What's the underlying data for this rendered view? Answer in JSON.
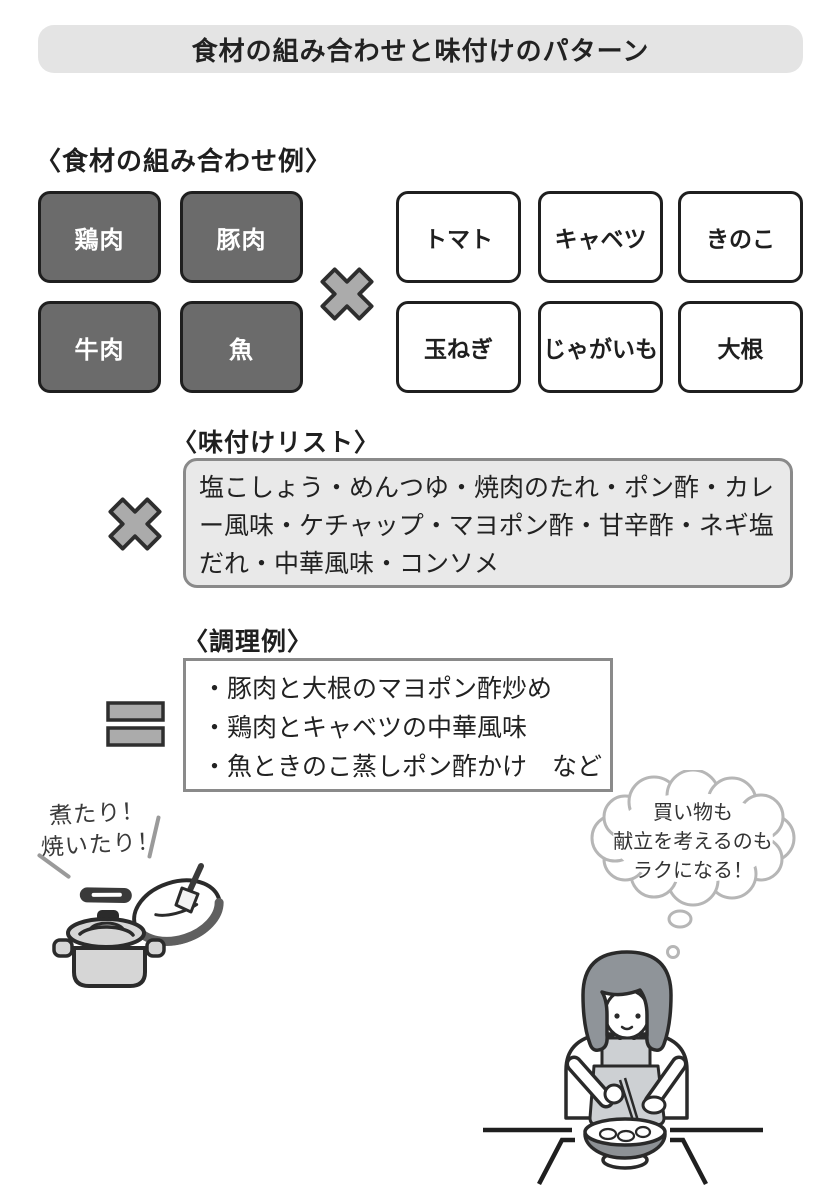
{
  "title": "食材の組み合わせと味付けのパターン",
  "ingredient_section": {
    "heading": "〈食材の組み合わせ例〉",
    "proteins": [
      "鶏肉",
      "豚肉",
      "牛肉",
      "魚"
    ],
    "vegetables": [
      "トマト",
      "キャベツ",
      "きのこ",
      "玉ねぎ",
      "じゃがいも",
      "大根"
    ]
  },
  "seasoning_section": {
    "heading": "〈味付けリスト〉",
    "list": "塩こしょう・めんつゆ・焼肉のたれ・ポン酢・カレー風味・ケチャップ・マヨポン酢・甘辛酢・ネギ塩だれ・中華風味・コンソメ"
  },
  "cooking_section": {
    "heading": "〈調理例〉",
    "examples": [
      "豚肉と大根のマヨポン酢炒め",
      "鶏肉とキャベツの中華風味",
      "魚ときのこ蒸しポン酢かけ　など"
    ]
  },
  "annotations": {
    "pots_note": [
      "煮たり！",
      "焼いたり！"
    ],
    "thought_bubble": [
      "買い物も",
      "献立を考えるのも",
      "ラクになる！"
    ]
  },
  "icons": {
    "multiply": "cross-mark",
    "equals": "equals-bars"
  },
  "colors": {
    "banner_bg": "#e4e4e4",
    "protein_box_bg": "#6b6b6b",
    "protein_box_text": "#ffffff",
    "box_border": "#1f1f1f",
    "operator_fill": "#ababab",
    "operator_stroke": "#2e2e2e",
    "seasoning_box_bg": "#e9e9e9",
    "seasoning_box_border": "#8a8a8a",
    "cooking_box_border": "#8a8a8a",
    "bubble_outline": "#b6b6b6",
    "text": "#1f1f1f"
  }
}
